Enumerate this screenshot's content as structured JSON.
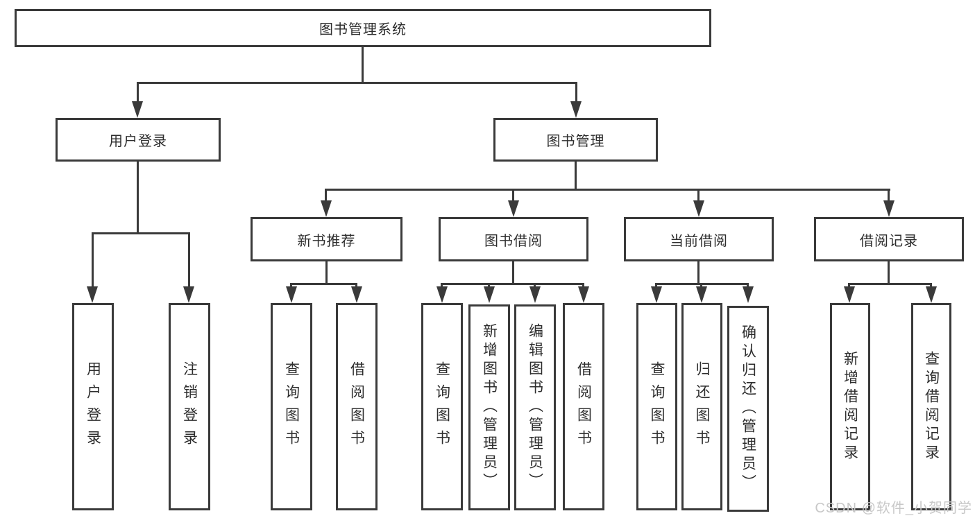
{
  "diagram": {
    "type": "hierarchy",
    "title": "图书管理系统"
  },
  "tree": {
    "root": {
      "label": "图书管理系统"
    },
    "branches": [
      {
        "label": "用户登录",
        "children": [
          {
            "label": "用户登录"
          },
          {
            "label": "注销登录"
          }
        ]
      },
      {
        "label": "图书管理",
        "children": [
          {
            "label": "新书推荐",
            "children": [
              {
                "label": "查询图书"
              },
              {
                "label": "借阅图书"
              }
            ]
          },
          {
            "label": "图书借阅",
            "children": [
              {
                "label": "查询图书"
              },
              {
                "label": "新增图书（管理员）"
              },
              {
                "label": "编辑图书（管理员）"
              },
              {
                "label": "借阅图书"
              }
            ]
          },
          {
            "label": "当前借阅",
            "children": [
              {
                "label": "查询图书"
              },
              {
                "label": "归还图书"
              },
              {
                "label": "确认归还（管理员）"
              }
            ]
          },
          {
            "label": "借阅记录",
            "children": [
              {
                "label": "新增借阅记录"
              },
              {
                "label": "查询借阅记录"
              }
            ]
          }
        ]
      }
    ]
  },
  "watermark": {
    "text": "CSDN @软件_小贺同学"
  },
  "colors": {
    "line": "#3a3a3a",
    "text": "#2d2d2d",
    "background": "#ffffff",
    "watermark": "#c8c8c8"
  }
}
